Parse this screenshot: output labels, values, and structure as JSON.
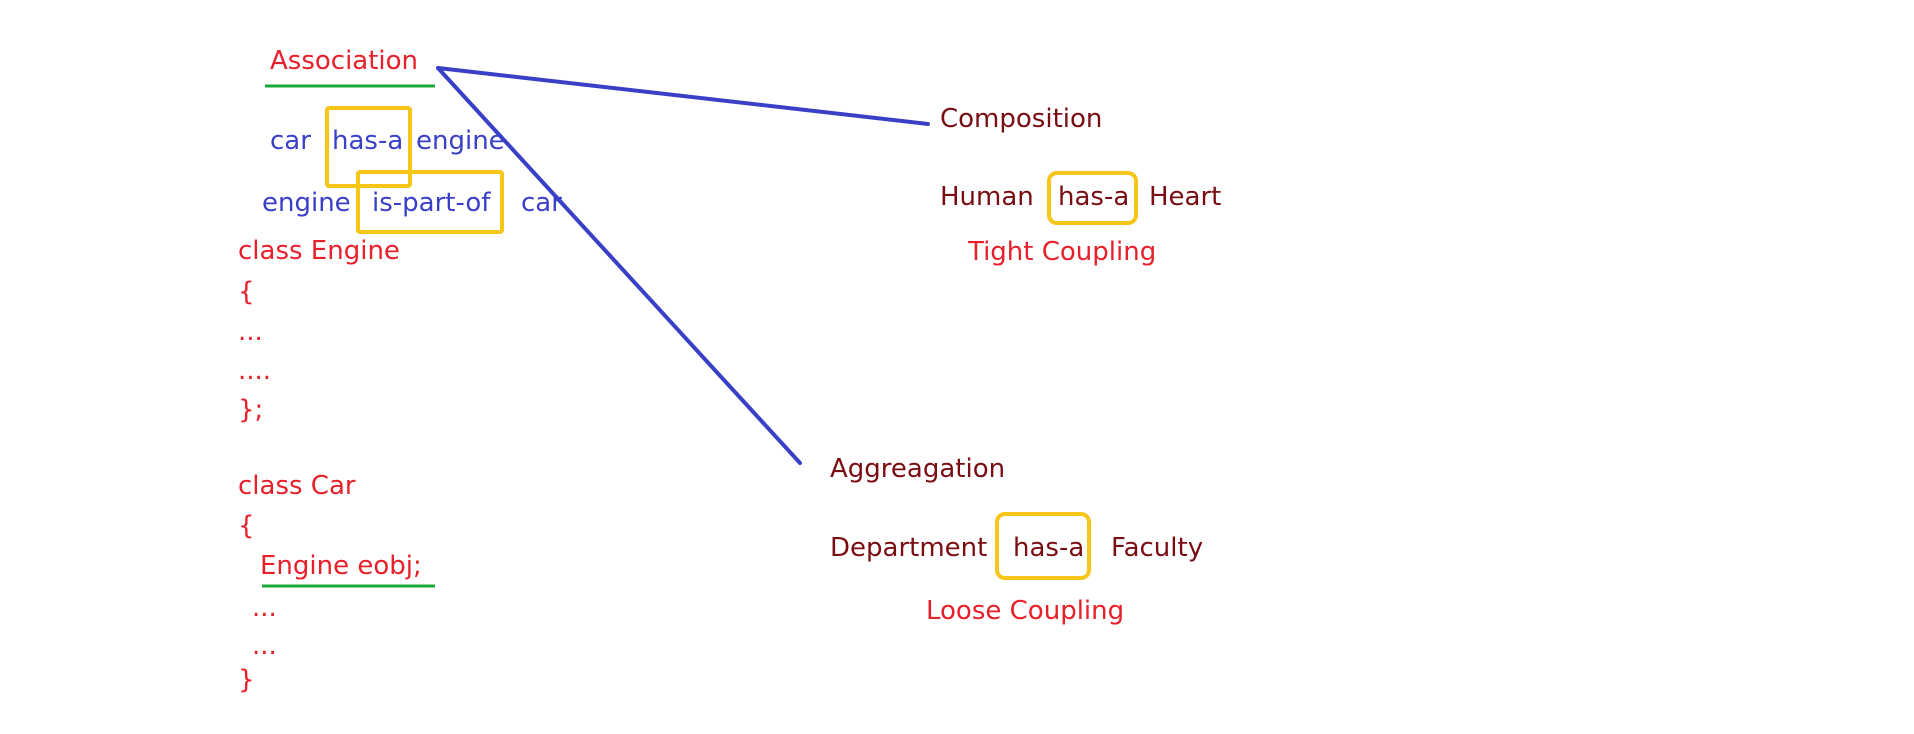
{
  "association": {
    "title": "Association",
    "line1": [
      "car",
      "has-a",
      "engine"
    ],
    "line2": [
      "engine",
      "is-part-of",
      "car"
    ]
  },
  "code": {
    "engine_class": [
      "class Engine",
      "{",
      "...",
      "....",
      "};"
    ],
    "car_class": [
      "class Car",
      "{",
      "Engine eobj;",
      "...",
      "...",
      "}"
    ]
  },
  "composition": {
    "title": "Composition",
    "relation": [
      "Human",
      "has-a",
      "Heart"
    ],
    "coupling": "Tight Coupling"
  },
  "aggregation": {
    "title": "Aggreagation",
    "relation": [
      "Department",
      "has-a",
      "Faculty"
    ],
    "coupling": "Loose Coupling"
  },
  "colors": {
    "code_red": "#e8202a",
    "association_blue": "#3a3fc8",
    "dark_red": "#7a0d12",
    "highlight_box": "#f5c518",
    "underline_green": "#1aa83a",
    "connector_blue": "#3a3fc8"
  }
}
